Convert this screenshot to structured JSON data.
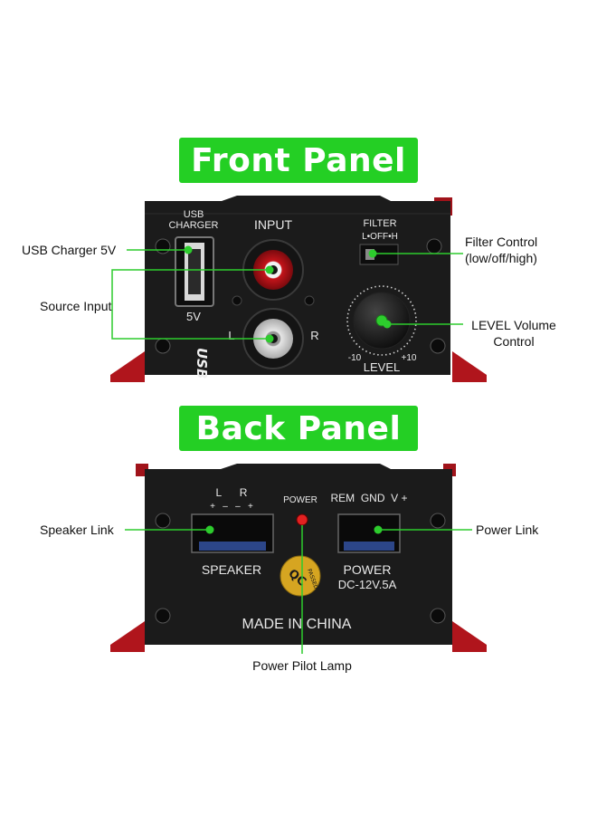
{
  "front": {
    "banner": "Front Panel",
    "usb_charger_label": "USB\nCHARGER",
    "usb_charger_line1": "USB",
    "usb_charger_line2": "CHARGER",
    "input_label": "INPUT",
    "five_v_label": "5V",
    "left_label": "L",
    "right_label": "R",
    "filter_label": "FILTER",
    "filter_positions": "L•OFF•H",
    "level_label": "LEVEL",
    "level_min": "-10",
    "level_max": "+10",
    "brand_logo": "USB"
  },
  "back": {
    "banner": "Back Panel",
    "speaker_top_labels": "L      R",
    "speaker_polarity": "+   –   –   +",
    "power_indicator_label": "POWER",
    "power_terminal_labels": "REM  GND  V +",
    "speaker_label": "SPEAKER",
    "power_label": "POWER",
    "power_spec": "DC-12V.5A",
    "made_in": "MADE IN CHINA",
    "qc_sticker_text": "QC",
    "qc_passed_text": "PASSED"
  },
  "callouts": {
    "usb_charger": "USB Charger 5V",
    "source_input": "Source Input",
    "filter_control_line1": "Filter Control",
    "filter_control_line2": "(low/off/high)",
    "level_volume_line1": "LEVEL Volume",
    "level_volume_line2": "Control",
    "speaker_link": "Speaker Link",
    "power_link": "Power Link",
    "power_pilot_lamp": "Power Pilot Lamp"
  },
  "colors": {
    "banner_green": "#24cf24",
    "callout_green": "#2dcc2d",
    "panel_black": "#1a1a1a",
    "chassis_red": "#b0151c"
  }
}
